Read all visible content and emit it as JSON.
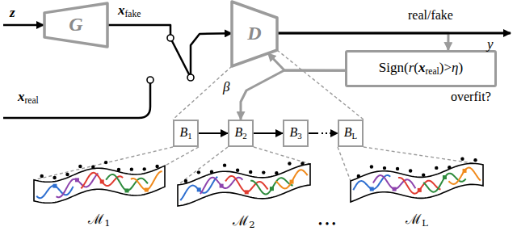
{
  "diagram": {
    "nodes": [
      {
        "text": [
          "G"
        ]
      },
      {
        "text": [
          "D"
        ]
      },
      {
        "text": [
          "Sign(r(xreal)>η)"
        ]
      },
      {
        "text": [
          "B1"
        ]
      },
      {
        "text": [
          "B2"
        ]
      },
      {
        "text": [
          "B3"
        ]
      },
      {
        "text": [
          "BL"
        ]
      },
      {
        "text": [
          "ℳ1"
        ]
      },
      {
        "text": [
          "ℳ2"
        ]
      },
      {
        "text": [
          "ℳL"
        ]
      }
    ],
    "edges": [
      {
        "from": 0,
        "to": 1,
        "arrow": "to"
      },
      {
        "from": 1,
        "to": 2,
        "arrow": "to"
      },
      {
        "from": 2,
        "to": 1,
        "arrow": "to"
      },
      {
        "from": 2,
        "to": 4,
        "arrow": "to"
      },
      {
        "from": 3,
        "to": 4,
        "arrow": "to"
      },
      {
        "from": 4,
        "to": 5,
        "arrow": "to"
      },
      {
        "from": 5,
        "to": 6,
        "arrow": "to"
      },
      {
        "from": 1,
        "to": 3,
        "arrow": "none"
      },
      {
        "from": 1,
        "to": 6,
        "arrow": "none"
      },
      {
        "from": 3,
        "to": 7,
        "arrow": "none"
      },
      {
        "from": 3,
        "to": 7,
        "arrow": "none"
      },
      {
        "from": 4,
        "to": 8,
        "arrow": "none"
      },
      {
        "from": 4,
        "to": 8,
        "arrow": "none"
      },
      {
        "from": 6,
        "to": 9,
        "arrow": "none"
      },
      {
        "from": 6,
        "to": 9,
        "arrow": "none"
      }
    ],
    "labels": [
      "z",
      "xfake",
      "xreal",
      "real/fake",
      "y",
      "overfit?",
      "β",
      "• • •"
    ]
  }
}
